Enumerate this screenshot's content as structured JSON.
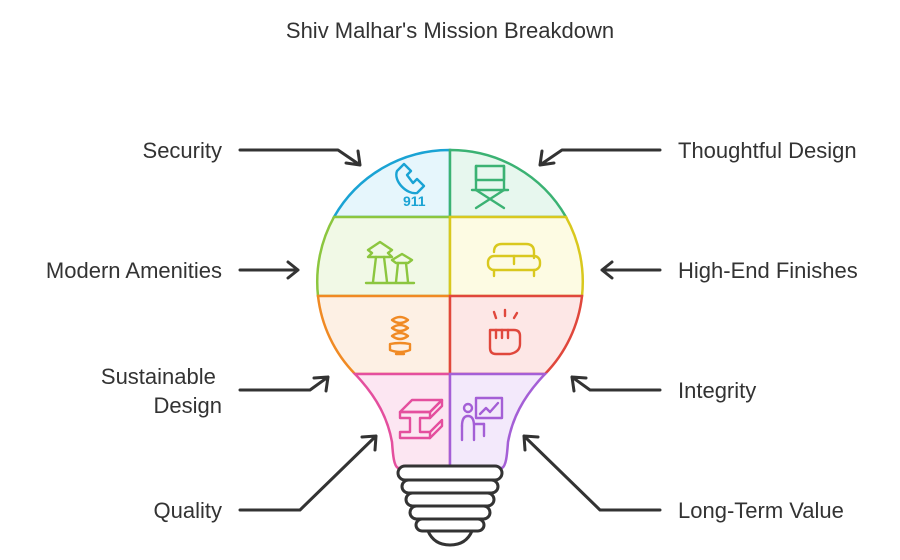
{
  "title": "Shiv Malhar's Mission Breakdown",
  "segments": [
    {
      "label": "Security",
      "icon": "phone-911-icon",
      "icon_text": "911",
      "color": "#1aa3d4",
      "fill": "#e6f6fc"
    },
    {
      "label": "Thoughtful Design",
      "icon": "director-chair-icon",
      "color": "#3bb273",
      "fill": "#e7f7ee"
    },
    {
      "label": "Modern Amenities",
      "icon": "trees-icon",
      "color": "#8cc63f",
      "fill": "#f1f9e6"
    },
    {
      "label": "High-End Finishes",
      "icon": "sofa-icon",
      "color": "#d9c81e",
      "fill": "#fdfbe3"
    },
    {
      "label": "Sustainable Design",
      "icon": "cfl-bulb-icon",
      "color": "#f08a24",
      "fill": "#fdf0e4"
    },
    {
      "label": "Integrity",
      "icon": "raised-fist-icon",
      "color": "#e0473c",
      "fill": "#fde7e6"
    },
    {
      "label": "Quality",
      "icon": "steel-beam-icon",
      "color": "#e44f9e",
      "fill": "#fce6f2"
    },
    {
      "label": "Long-Term Value",
      "icon": "presentation-icon",
      "color": "#a45fd6",
      "fill": "#f3e9fb"
    }
  ],
  "base_icon": "bulb-screw-base-icon"
}
